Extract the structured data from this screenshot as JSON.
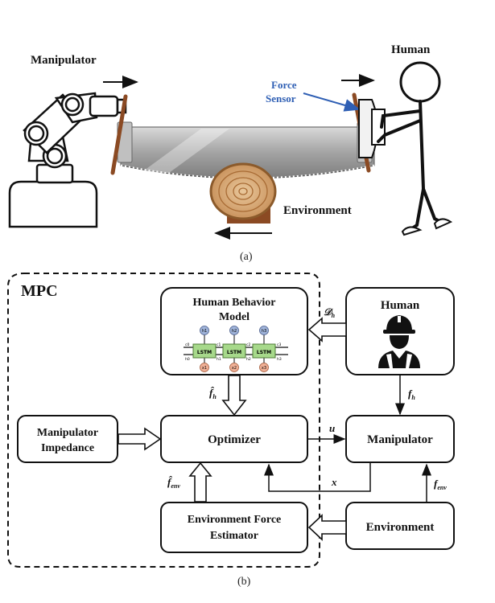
{
  "top": {
    "manipulator_label": "Manipulator",
    "human_label": "Human",
    "force_sensor_line1": "Force",
    "force_sensor_line2": "Sensor",
    "environment_label": "Environment",
    "caption": "(a)"
  },
  "bottom": {
    "mpc_label": "MPC",
    "human_behavior_line1": "Human Behavior",
    "human_behavior_line2": "Model",
    "human_label": "Human",
    "optimizer_label": "Optimizer",
    "manipulator_label": "Manipulator",
    "impedance_line1": "Manipulator",
    "impedance_line2": "Impedance",
    "estimator_line1": "Environment Force",
    "estimator_line2": "Estimator",
    "environment_label": "Environment",
    "sig_dh": "𝒟",
    "sig_dh_sub": "h",
    "sig_fh": "f",
    "sig_fh_sub": "h",
    "sig_fhat_h": "f̂",
    "sig_fhat_h_sub": "h",
    "sig_u": "u",
    "sig_x": "x",
    "sig_fhat_env": "f̂",
    "sig_fhat_env_sub": "env",
    "sig_fenv": "f",
    "sig_fenv_sub": "env",
    "lstm": {
      "cell_label": "LSTM",
      "h_labels": [
        "h1",
        "h2",
        "h3"
      ],
      "x_labels": [
        "x1",
        "x2",
        "x3"
      ],
      "c_labels": [
        "c0",
        "c1",
        "c2",
        "c3"
      ],
      "hs_labels": [
        "h0",
        "h1",
        "h2",
        "h3"
      ]
    },
    "caption": "(b)"
  },
  "colors": {
    "stroke": "#111111",
    "lstm_cell": "#a7d98b",
    "lstm_h": "#9fb3d9",
    "lstm_x": "#f0b096",
    "saw_blade": "#a9a9a9",
    "handle": "#8b4a23",
    "wood": "#d7a977",
    "sensor_arrow": "#2f5fb4",
    "sensor_text": "#2f5fb4"
  }
}
